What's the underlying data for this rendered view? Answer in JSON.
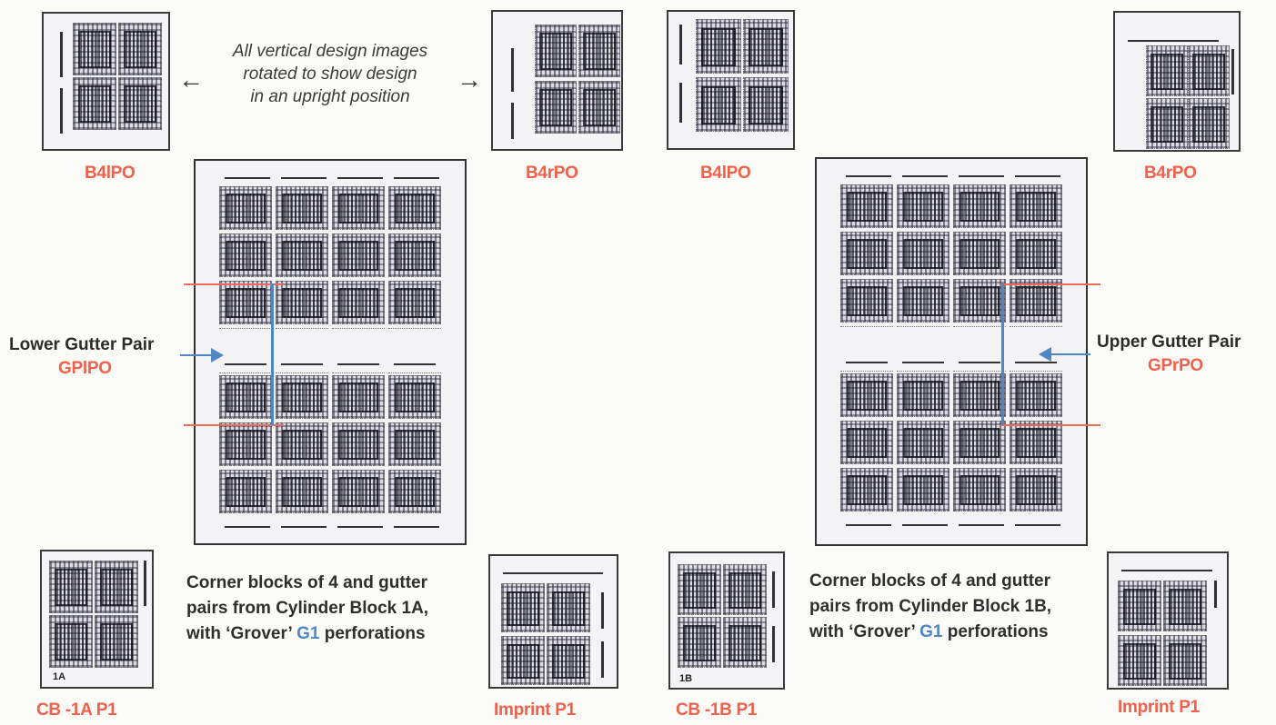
{
  "note": {
    "line1": "All vertical  design images",
    "line2": "rotated to show design",
    "line3": "in an upright position"
  },
  "labels": {
    "b4lpo_a": "B4lPO",
    "b4rpo_a": "B4rPO",
    "b4lpo_b": "B4lPO",
    "b4rpo_b": "B4rPO",
    "cb_1a": "CB -1A P1",
    "imprint_a": "Imprint P1",
    "cb_1b": "CB -1B P1",
    "imprint_b": "Imprint P1"
  },
  "gutter": {
    "lower_title": "Lower Gutter Pair",
    "lower_code": "GPlPO",
    "upper_title": "Upper Gutter Pair",
    "upper_code": "GPrPO"
  },
  "desc_a": {
    "line1": "Corner blocks of 4 and gutter",
    "line2": "pairs from Cylinder Block 1A,",
    "line3_pre": "with ‘Grover’ ",
    "line3_g1": "G1",
    "line3_post": " perforations"
  },
  "desc_b": {
    "line1": "Corner blocks of 4 and gutter",
    "line2": "pairs from Cylinder Block 1B,",
    "line3_pre": "with ‘Grover’ ",
    "line3_g1": "G1",
    "line3_post": " perforations"
  },
  "cylinder": {
    "a": "1A",
    "b": "1B"
  },
  "colors": {
    "red": "#f0604a",
    "blue": "#4f86c6"
  }
}
